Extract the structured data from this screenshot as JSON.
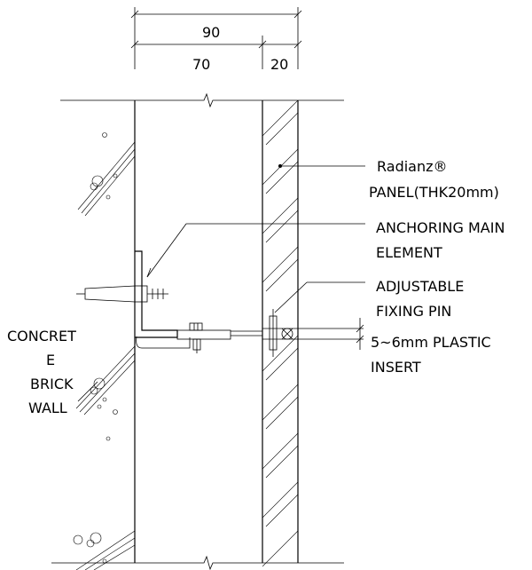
{
  "dimensions": {
    "overall": "90",
    "stud": "70",
    "panel": "20"
  },
  "labels": {
    "panel_line1": "Radianz®",
    "panel_line2": "PANEL(THK20mm)",
    "anchor_line1": "ANCHORING MAIN",
    "anchor_line2": "ELEMENT",
    "pin_line1": "ADJUSTABLE",
    "pin_line2": "FIXING PIN",
    "insert_line1": "5~6mm PLASTIC",
    "insert_line2": "INSERT",
    "wall_line1": "CONCRET",
    "wall_line2": "E",
    "wall_line3": "BRICK",
    "wall_line4": "WALL"
  }
}
